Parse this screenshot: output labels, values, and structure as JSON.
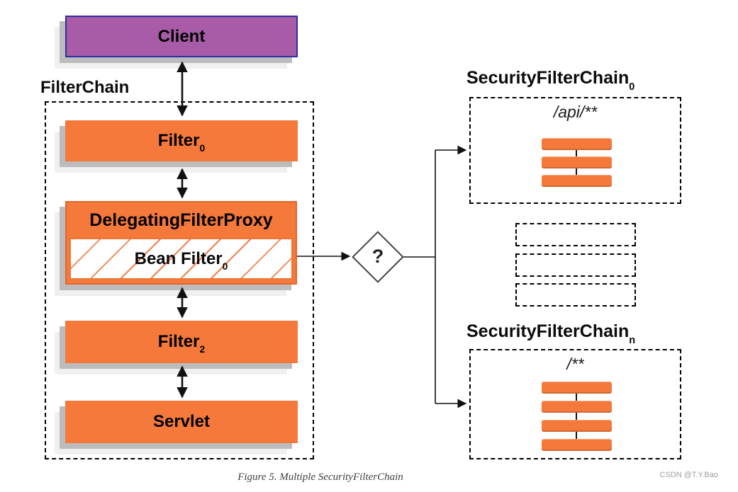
{
  "client": {
    "label": "Client"
  },
  "filter_chain": {
    "label": "FilterChain",
    "filter0": {
      "base": "Filter",
      "sub": "0"
    },
    "delegating_filter_proxy": {
      "title": "DelegatingFilterProxy",
      "bean_filter": {
        "base": "Bean Filter",
        "sub": "0"
      }
    },
    "filter2": {
      "base": "Filter",
      "sub": "2"
    },
    "servlet": {
      "label": "Servlet"
    }
  },
  "decision": {
    "label": "?"
  },
  "security_filter_chain_0": {
    "base": "SecurityFilterChain",
    "sub": "0",
    "pattern": "/api/**",
    "filter_bar_count": 3
  },
  "security_filter_chain_n": {
    "base": "SecurityFilterChain",
    "sub": "n",
    "pattern": "/**",
    "filter_bar_count": 4
  },
  "placeholder_box_count": 3,
  "caption": "Figure 5. Multiple SecurityFilterChain",
  "watermark": "CSDN @T.Y.Bao",
  "colors": {
    "box_orange": "#F5793B",
    "client_purple": "#A85CA8",
    "client_border_navy": "#2E2E9E",
    "hatch_orange": "#F0824C",
    "shadow_gray": "#BCBCBC",
    "line_black": "#111111"
  }
}
